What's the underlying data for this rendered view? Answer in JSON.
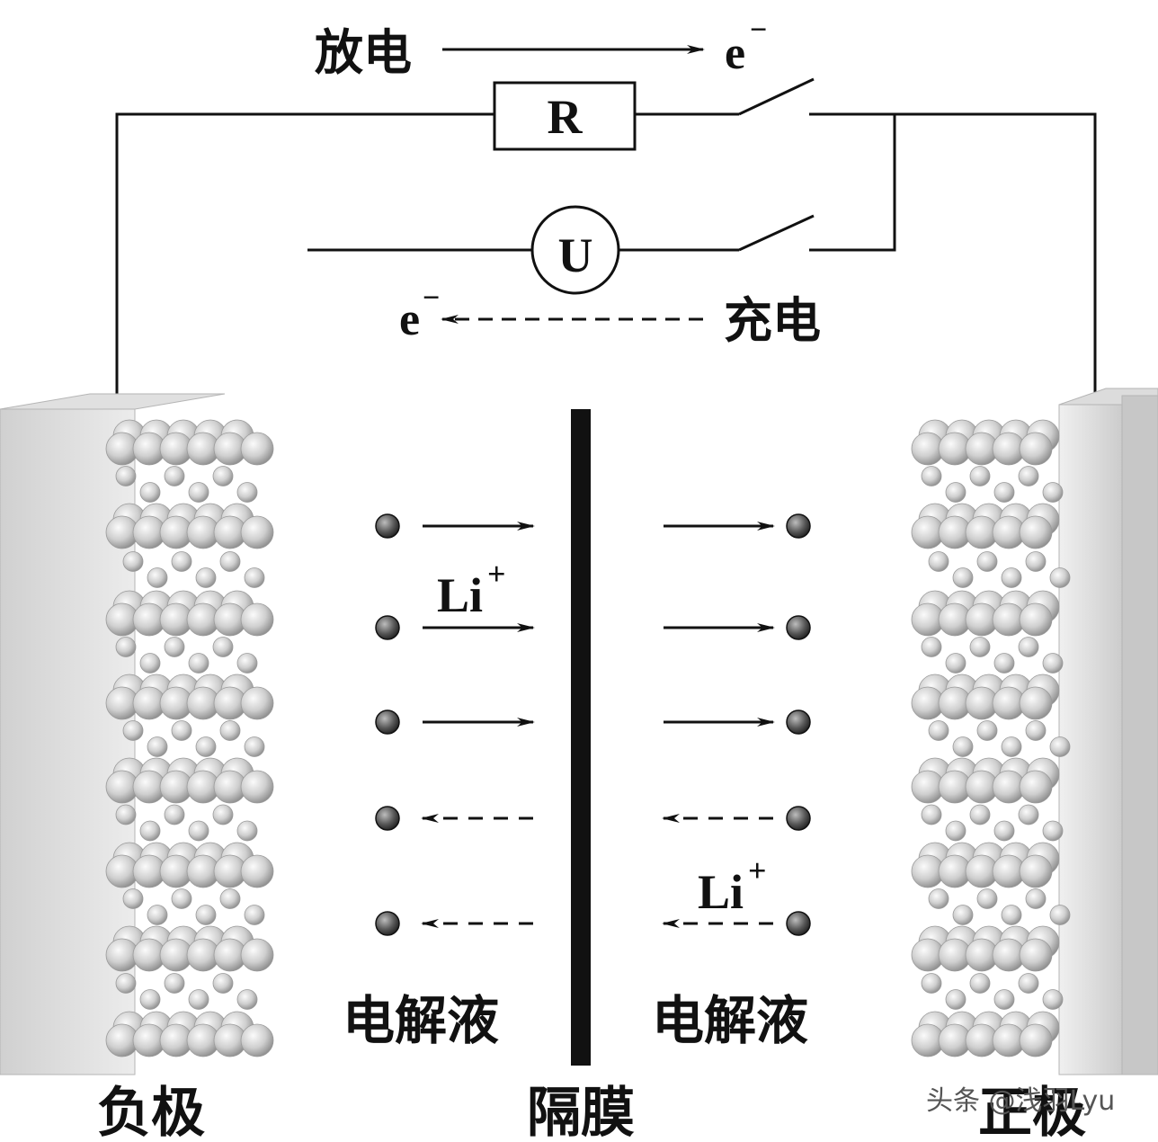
{
  "labels": {
    "discharge": "放电",
    "charge": "充电",
    "electron_top": "e",
    "electron_bottom": "e",
    "electron_sign": "−",
    "resistor": "R",
    "source": "U",
    "li_ion_left": "Li",
    "li_ion_right": "Li",
    "li_charge": "+",
    "electrolyte_left": "电解液",
    "electrolyte_right": "电解液",
    "negative_electrode": "负极",
    "separator": "隔膜",
    "positive_electrode": "正极"
  },
  "watermark": "头条 @浅羽Lyu",
  "colors": {
    "line": "#111111",
    "electrode_face": "#e6e6e6",
    "electrode_side": "#c9c9c9",
    "sphere_light": "#f2f2f2",
    "sphere_dark": "#8a8a8a",
    "ion_dark": "#3a3a3a"
  }
}
